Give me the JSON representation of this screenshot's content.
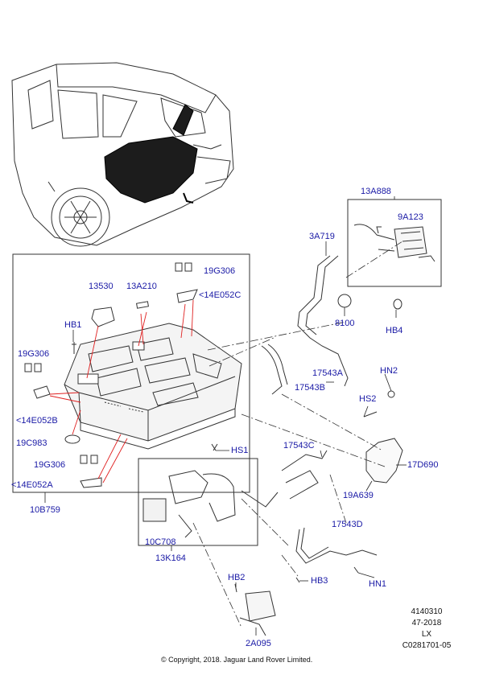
{
  "labels": {
    "13A888": "13A888",
    "9A123": "9A123",
    "3A719": "3A719",
    "8100": "8100",
    "HB4": "HB4",
    "19G306_top": "19G306",
    "14E052C": "<14E052C",
    "13530": "13530",
    "13A210": "13A210",
    "HB1": "HB1",
    "19G306_left": "19G306",
    "14E052B": "<14E052B",
    "19C983": "19C983",
    "19G306_bottom": "19G306",
    "14E052A": "<14E052A",
    "10B759": "10B759",
    "17543A": "17543A",
    "17543B": "17543B",
    "HN2": "HN2",
    "HS2": "HS2",
    "17543C": "17543C",
    "HS1": "HS1",
    "17D690": "17D690",
    "19A639": "19A639",
    "10C708": "10C708",
    "13K164": "13K164",
    "17543D": "17543D",
    "HB2": "HB2",
    "HB3": "HB3",
    "HN1": "HN1",
    "2A095": "2A095"
  },
  "meta": {
    "ref_number": "4140310",
    "date_code": "47-2018",
    "model": "LX",
    "drawing_id": "C0281701-05"
  },
  "copyright": "© Copyright, 2018. Jaguar Land Rover Limited.",
  "colors": {
    "label": "#1a1aa6",
    "leader_red": "#e02020",
    "line": "#222222"
  }
}
